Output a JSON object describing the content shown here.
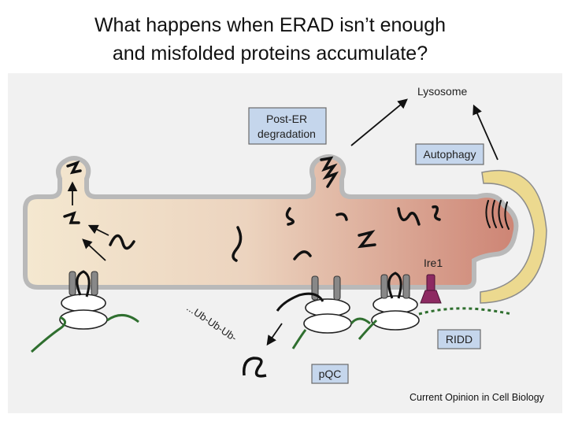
{
  "title_line1": "What happens when ERAD isn’t enough",
  "title_line2": "and misfolded proteins accumulate?",
  "labels": {
    "lysosome": "Lysosome",
    "post_er_line1": "Post-ER",
    "post_er_line2": "degradation",
    "autophagy": "Autophagy",
    "ire1": "Ire1",
    "ub_chain": "...Ub-Ub-Ub-",
    "ridd": "RIDD",
    "pqc": "pQC"
  },
  "credit": "Current Opinion in Cell Biology",
  "colors": {
    "er_left": "#f4e6cc",
    "er_right": "#cf8878",
    "box_fill": "#c5d6ec",
    "autophagosome": "#ecd98f",
    "ire1": "#8d2a62",
    "mrna": "#2f6f2f"
  }
}
